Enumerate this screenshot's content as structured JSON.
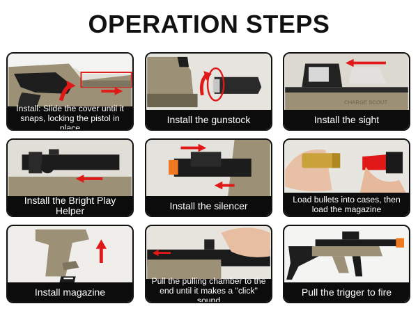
{
  "header": {
    "title": "OPERATION STEPS"
  },
  "steps": [
    {
      "caption": "Install: Slide the cover until it\nsnaps, locking the pistol in place",
      "icon": "pistol-slide-icon"
    },
    {
      "caption": "Install the gunstock",
      "icon": "gunstock-icon"
    },
    {
      "caption": "Install the sight",
      "icon": "sight-icon"
    },
    {
      "caption": "Install the Bright Play Helper",
      "icon": "flashlight-icon"
    },
    {
      "caption": "Install the silencer",
      "icon": "silencer-icon"
    },
    {
      "caption": "Load bullets into cases, then\nload the magazine",
      "icon": "bullet-icon"
    },
    {
      "caption": "Install magazine",
      "icon": "magazine-icon"
    },
    {
      "caption": "Pull the pulling chamber to the\nend until it makes a \"click\" sound",
      "icon": "charging-handle-icon"
    },
    {
      "caption": "Pull the trigger to fire",
      "icon": "blaster-icon"
    }
  ],
  "colors": {
    "arrow": "#e01818",
    "tan": "#9a8f72",
    "dark": "#1b1b1b",
    "caption_bg": "#0c0c0c"
  }
}
